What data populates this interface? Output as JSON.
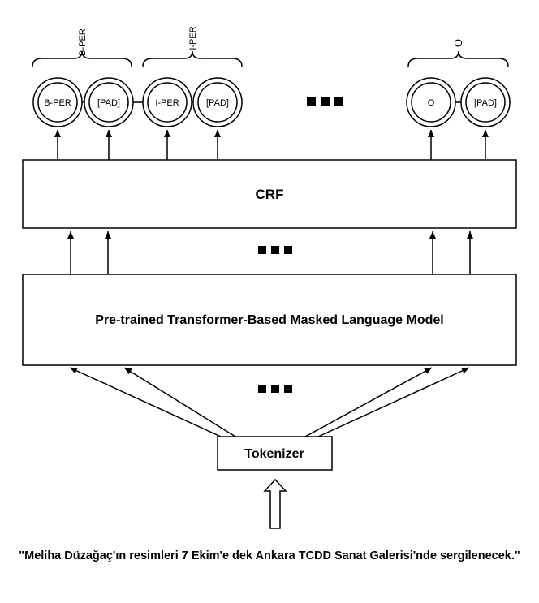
{
  "labels": {
    "group1": "B-PER",
    "group2": "I-PER",
    "group3": "O"
  },
  "nodes": [
    "B-PER",
    "[PAD]",
    "I-PER",
    "[PAD]",
    "O",
    "[PAD]"
  ],
  "crf_label": "CRF",
  "model_label": "Pre-trained Transformer-Based Masked Language Model",
  "tokenizer_label": "Tokenizer",
  "input_sentence": "\"Meliha Düzağaç'ın resimleri 7 Ekim'e dek Ankara TCDD Sanat Galerisi'nde sergilenecek.\"",
  "colors": {
    "stroke": "#000000",
    "fill": "#ffffff"
  }
}
